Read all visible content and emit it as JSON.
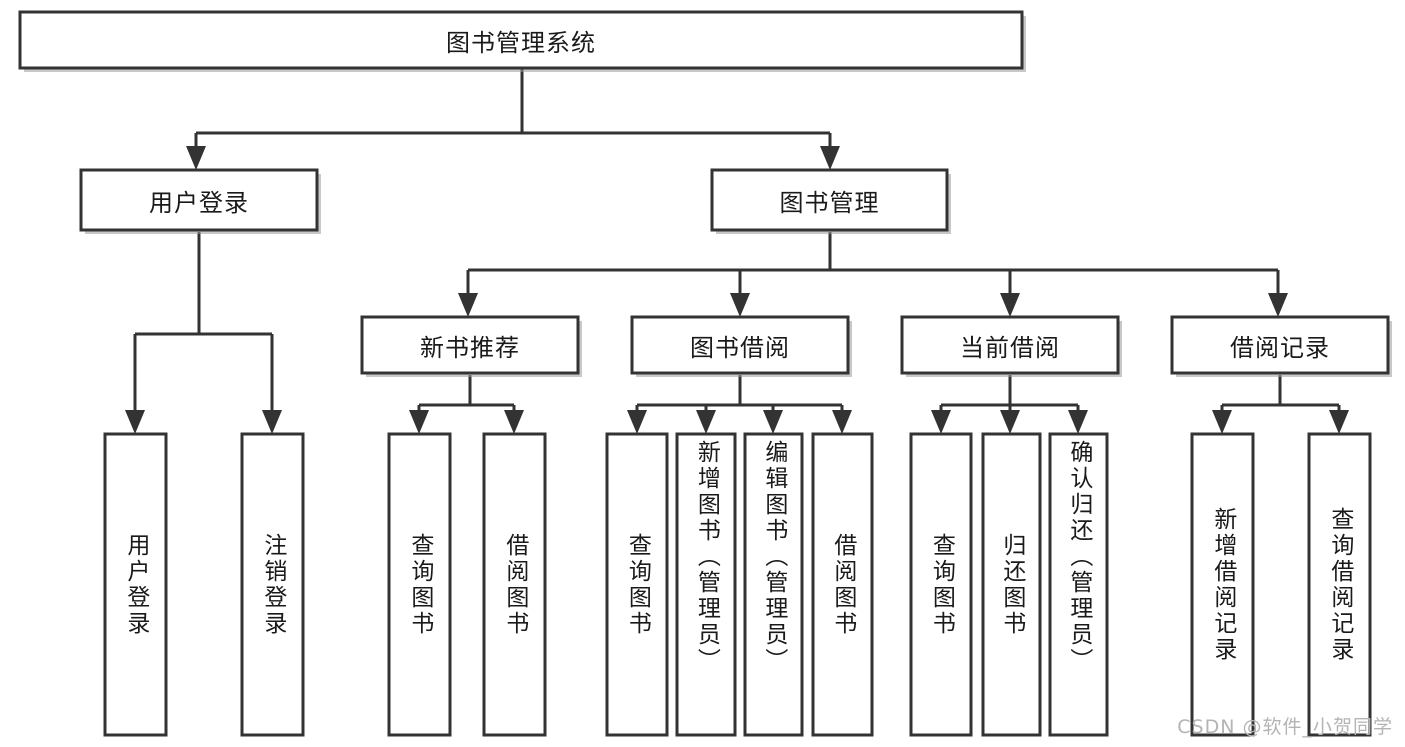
{
  "diagram": {
    "type": "tree-hierarchy",
    "title": "图书管理系统",
    "watermark": "CSDN @软件_小贺同学",
    "colors": {
      "background": "#ffffff",
      "box_fill": "#ffffff",
      "box_stroke": "#333333",
      "text": "#1a1a1a",
      "shadow": "#9a9a9a",
      "watermark": "#b4b4b4"
    },
    "levels": {
      "root": {
        "label": "图书管理系统",
        "orientation": "horizontal"
      },
      "level2": [
        {
          "label": "用户登录",
          "orientation": "horizontal"
        },
        {
          "label": "图书管理",
          "orientation": "horizontal"
        }
      ],
      "level3": [
        {
          "label": "新书推荐",
          "orientation": "horizontal",
          "parent": "图书管理"
        },
        {
          "label": "图书借阅",
          "orientation": "horizontal",
          "parent": "图书管理"
        },
        {
          "label": "当前借阅",
          "orientation": "horizontal",
          "parent": "图书管理"
        },
        {
          "label": "借阅记录",
          "orientation": "horizontal",
          "parent": "图书管理"
        }
      ],
      "leaves": [
        {
          "label": "用户登录",
          "orientation": "vertical",
          "parent": "用户登录",
          "group": "user-login"
        },
        {
          "label": "注销登录",
          "orientation": "vertical",
          "parent": "用户登录",
          "group": "user-login"
        },
        {
          "label": "查询图书",
          "orientation": "vertical",
          "parent": "新书推荐",
          "group": "new-book"
        },
        {
          "label": "借阅图书",
          "orientation": "vertical",
          "parent": "新书推荐",
          "group": "new-book"
        },
        {
          "label": "查询图书",
          "orientation": "vertical",
          "parent": "图书借阅",
          "group": "book-borrow"
        },
        {
          "label": "新增图书（管理员）",
          "orientation": "vertical",
          "parent": "图书借阅",
          "group": "book-borrow"
        },
        {
          "label": "编辑图书（管理员）",
          "orientation": "vertical",
          "parent": "图书借阅",
          "group": "book-borrow"
        },
        {
          "label": "借阅图书",
          "orientation": "vertical",
          "parent": "图书借阅",
          "group": "book-borrow"
        },
        {
          "label": "查询图书",
          "orientation": "vertical",
          "parent": "当前借阅",
          "group": "current-borrow"
        },
        {
          "label": "归还图书",
          "orientation": "vertical",
          "parent": "当前借阅",
          "group": "current-borrow"
        },
        {
          "label": "确认归还（管理员）",
          "orientation": "vertical",
          "parent": "当前借阅",
          "group": "current-borrow"
        },
        {
          "label": "新增借阅记录",
          "orientation": "vertical",
          "parent": "借阅记录",
          "group": "borrow-record"
        },
        {
          "label": "查询借阅记录",
          "orientation": "vertical",
          "parent": "借阅记录",
          "group": "borrow-record"
        }
      ]
    }
  }
}
